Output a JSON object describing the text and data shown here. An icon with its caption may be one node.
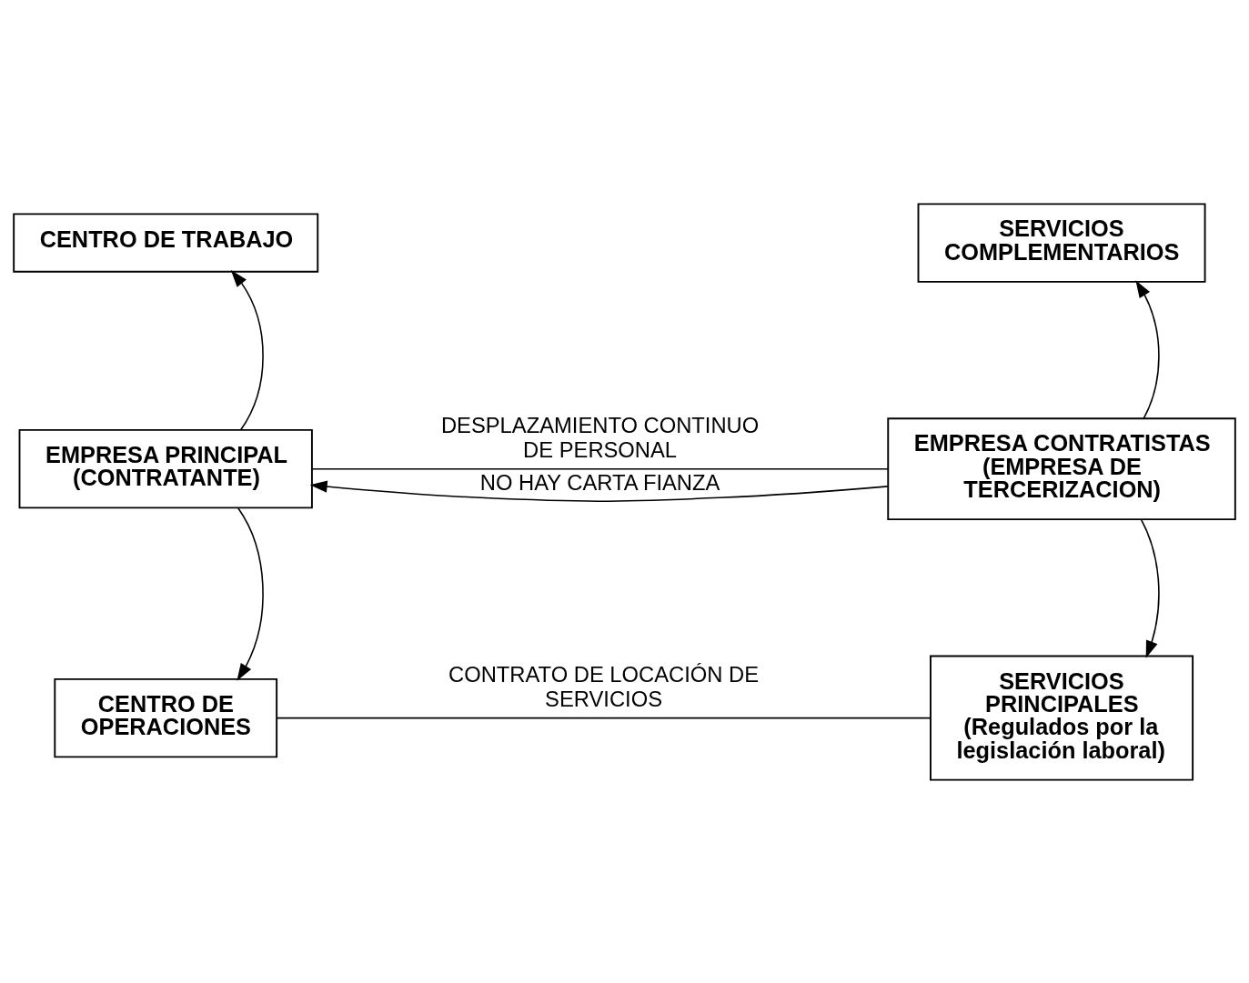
{
  "diagram": {
    "nodes": [
      {
        "text": [
          "CENTRO DE TRABAJO"
        ]
      },
      {
        "text": [
          "SERVICIOS COMPLEMENTARIOS"
        ]
      },
      {
        "text": [
          "EMPRESA PRINCIPAL (CONTRATANTE)"
        ]
      },
      {
        "text": [
          "EMPRESA CONTRATISTAS (EMPRESA DE TERCERIZACION)"
        ]
      },
      {
        "text": [
          "CENTRO DE OPERACIONES"
        ]
      },
      {
        "text": [
          "SERVICIOS PRINCIPALES (Regulados por la legislación laboral)"
        ]
      }
    ],
    "edges": [
      {
        "from": 2,
        "to": 0,
        "arrow": "to"
      },
      {
        "from": 2,
        "to": 3,
        "arrow": "none",
        "label": "DESPLAZAMIENTO CONTINUO DE PERSONAL"
      },
      {
        "from": 3,
        "to": 1,
        "arrow": "to"
      },
      {
        "from": 3,
        "to": 2,
        "arrow": "to",
        "label": "NO HAY CARTA FIANZA"
      },
      {
        "from": 2,
        "to": 4,
        "arrow": "to"
      },
      {
        "from": 3,
        "to": 5,
        "arrow": "to"
      },
      {
        "from": 4,
        "to": 5,
        "arrow": "none",
        "label": "CONTRATO DE LOCACIÓN DE SERVICIOS"
      }
    ]
  }
}
